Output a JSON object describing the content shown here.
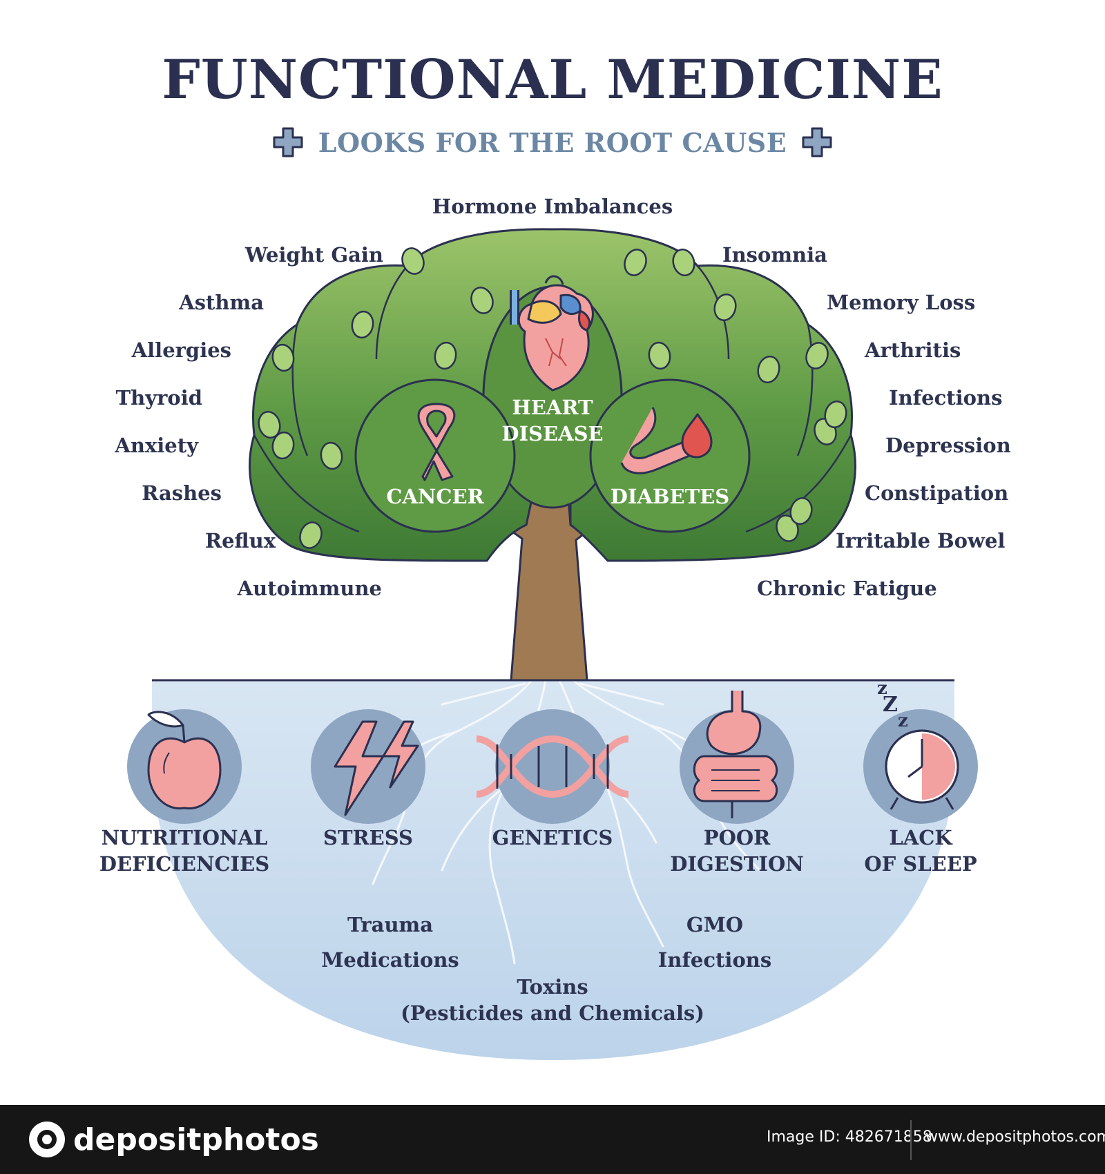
{
  "title": "FUNCTIONAL MEDICINE",
  "subtitle": "LOOKS FOR THE ROOT CAUSE",
  "symptoms_top": "Hormone Imbalances",
  "symptoms_left": [
    "Weight Gain",
    "Asthma",
    "Allergies",
    "Thyroid",
    "Anxiety",
    "Rashes",
    "Reflux",
    "Autoimmune"
  ],
  "symptoms_right": [
    "Insomnia",
    "Memory Loss",
    "Arthritis",
    "Infections",
    "Depression",
    "Constipation",
    "Irritable Bowel",
    "Chronic Fatigue"
  ],
  "diseases": {
    "heart_line1": "HEART",
    "heart_line2": "DISEASE",
    "cancer": "CANCER",
    "diabetes": "DIABETES"
  },
  "root_causes": [
    {
      "line1": "NUTRITIONAL",
      "line2": "DEFICIENCIES",
      "icon": "apple-icon"
    },
    {
      "line1": "STRESS",
      "line2": "",
      "icon": "lightning-icon"
    },
    {
      "line1": "GENETICS",
      "line2": "",
      "icon": "dna-icon"
    },
    {
      "line1": "POOR",
      "line2": "DIGESTION",
      "icon": "stomach-icon"
    },
    {
      "line1": "LACK",
      "line2": "OF SLEEP",
      "icon": "alarm-clock-icon"
    }
  ],
  "other_causes": {
    "trauma": "Trauma",
    "medications": "Medications",
    "gmo": "GMO",
    "infections": "Infections",
    "toxins": "Toxins",
    "toxins_detail": "(Pesticides and Chemicals)"
  },
  "footer": {
    "brand": "depositphotos",
    "image_id": "Image ID: 482671858",
    "url": "www.depositphotos.com"
  },
  "colors": {
    "navy": "#2b3050",
    "subtitle_blue": "#6b87a3",
    "leaf_green": "#6fa24c",
    "trunk_brown": "#a07a52",
    "ground_blue": "#c8dcee",
    "icon_circle": "#8ea6c2",
    "icon_pink": "#f2a0a0"
  }
}
